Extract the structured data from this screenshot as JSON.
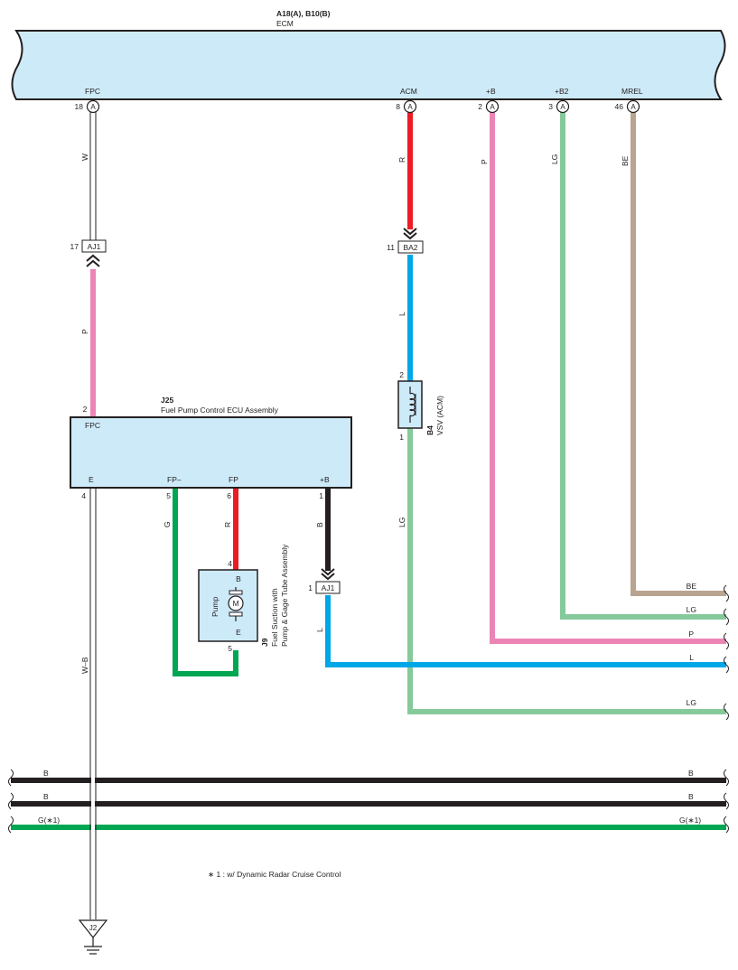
{
  "ecm": {
    "title": "A18(A), B10(B)",
    "name": "ECM",
    "pins": [
      {
        "label": "FPC",
        "num": "18",
        "conn": "A"
      },
      {
        "label": "ACM",
        "num": "8",
        "conn": "A"
      },
      {
        "label": "+B",
        "num": "2",
        "conn": "A"
      },
      {
        "label": "+B2",
        "num": "3",
        "conn": "A"
      },
      {
        "label": "MREL",
        "num": "46",
        "conn": "A"
      }
    ]
  },
  "wires": {
    "fpc_upper": "W",
    "fpc_lower": "P",
    "acm_upper": "R",
    "acm_lower": "L",
    "plus_b": "P",
    "plus_b2": "LG",
    "mrel": "BE",
    "vsv_out": "LG",
    "e_ground": "W–B",
    "fp_minus": "G",
    "fp": "R",
    "ecu_plus_b": "B",
    "aj1_out": "L"
  },
  "junctions": {
    "aj1_top": {
      "num": "17",
      "label": "AJ1"
    },
    "ba2": {
      "num": "11",
      "label": "BA2"
    },
    "aj1_bottom": {
      "num": "1",
      "label": "AJ1"
    },
    "ground": "J2"
  },
  "ecu": {
    "code": "J25",
    "name": "Fuel Pump Control ECU Assembly",
    "pins": {
      "fpc": {
        "label": "FPC",
        "num": "2"
      },
      "e": {
        "label": "E",
        "num": "4"
      },
      "fpm": {
        "label": "FP–",
        "num": "5"
      },
      "fp": {
        "label": "FP",
        "num": "6"
      },
      "pb": {
        "label": "+B",
        "num": "1"
      }
    }
  },
  "vsv": {
    "code": "B4",
    "name": "VSV (ACM)",
    "pin_top": "2",
    "pin_bottom": "1"
  },
  "pump": {
    "code": "J9",
    "name_line1": "Fuel Suction with",
    "name_line2": "Pump & Gage Tube Assembly",
    "label": "Pump",
    "motor": "M",
    "pin_b_label": "B",
    "pin_e_label": "E",
    "pin_b_num": "4",
    "pin_e_num": "5"
  },
  "outgoing": [
    {
      "label": "BE",
      "color": "#b8a491"
    },
    {
      "label": "LG",
      "color": "#86c99a"
    },
    {
      "label": "P",
      "color": "#ec85b6"
    },
    {
      "label": "L",
      "color": "#00a7e6"
    },
    {
      "label": "LG",
      "color": "#86c99a"
    }
  ],
  "buses": [
    {
      "left": "B",
      "right": "B",
      "color": "#231f20"
    },
    {
      "left": "B",
      "right": "B",
      "color": "#231f20"
    },
    {
      "left": "G(∗1)",
      "right": "G(∗1)",
      "color": "#00a651"
    }
  ],
  "footnote": "∗ 1 : w/ Dynamic Radar Cruise Control",
  "colors": {
    "W": "#ffffff",
    "P": "#ec85b6",
    "R": "#ed1c24",
    "L": "#00a7e6",
    "LG": "#86c99a",
    "BE": "#b8a491",
    "B": "#231f20",
    "G": "#00a651",
    "component_fill": "#cdeaf8"
  }
}
